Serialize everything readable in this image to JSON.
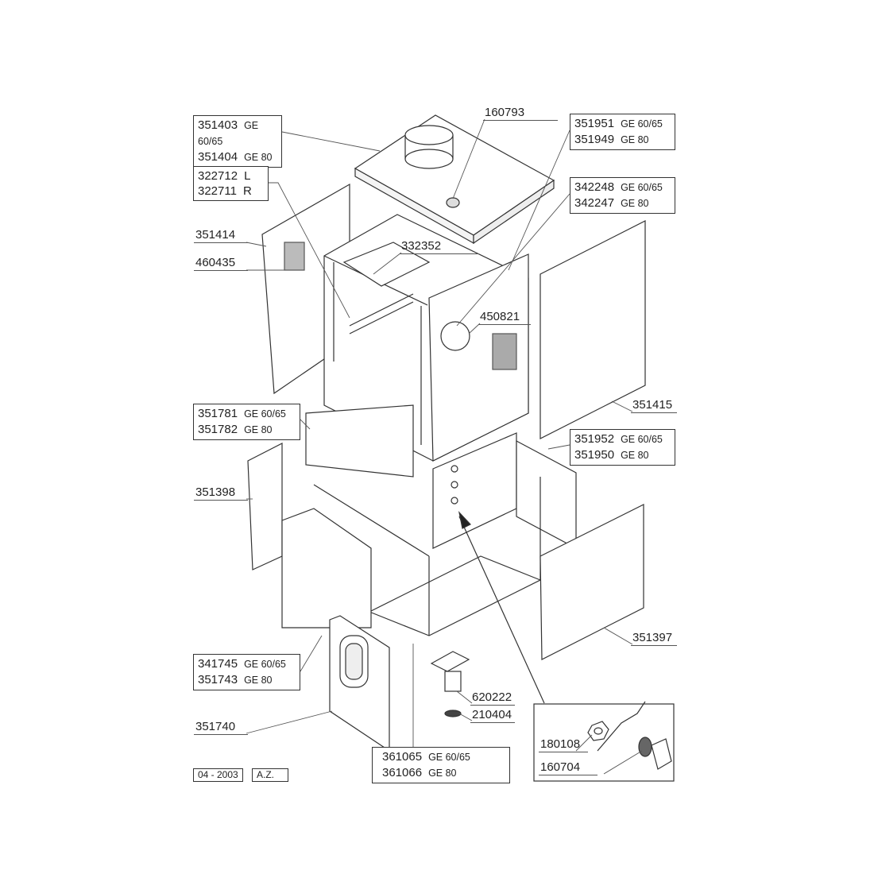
{
  "boxed_labels": {
    "top_cover": [
      {
        "part": "351403",
        "variant": "GE 60/65"
      },
      {
        "part": "351404",
        "variant": "GE 80"
      }
    ],
    "brackets": [
      {
        "part": "322712",
        "variant": "L"
      },
      {
        "part": "322711",
        "variant": "R"
      }
    ],
    "rear_top_panel": [
      {
        "part": "351951",
        "variant": "GE 60/65"
      },
      {
        "part": "351949",
        "variant": "GE 80"
      }
    ],
    "rear_strip": [
      {
        "part": "342248",
        "variant": "GE 60/65"
      },
      {
        "part": "342247",
        "variant": "GE 80"
      }
    ],
    "front_lower_panel": [
      {
        "part": "351781",
        "variant": "GE 60/65"
      },
      {
        "part": "351782",
        "variant": "GE 80"
      }
    ],
    "rear_lower_panel": [
      {
        "part": "351952",
        "variant": "GE 60/65"
      },
      {
        "part": "351950",
        "variant": "GE 80"
      }
    ],
    "door_panel": [
      {
        "part": "341745",
        "variant": "GE 60/65"
      },
      {
        "part": "351743",
        "variant": "GE 80"
      }
    ],
    "base_frame": [
      {
        "part": "361065",
        "variant": "GE 60/65"
      },
      {
        "part": "361066",
        "variant": "GE 80"
      }
    ]
  },
  "single_labels": {
    "cap": "160793",
    "left_side_panel": "351414",
    "vent_grille": "460435",
    "inner_plate": "332352",
    "hinge": "450821",
    "right_side_panel": "351415",
    "left_lower_side": "351398",
    "right_lower_side": "351397",
    "front_door": "351740",
    "foot": "620222",
    "foot_pad": "210404"
  },
  "inset_labels": {
    "nut": "180108",
    "grommet": "160704"
  },
  "footer": {
    "date": "04 - 2003",
    "author": "A.Z."
  }
}
